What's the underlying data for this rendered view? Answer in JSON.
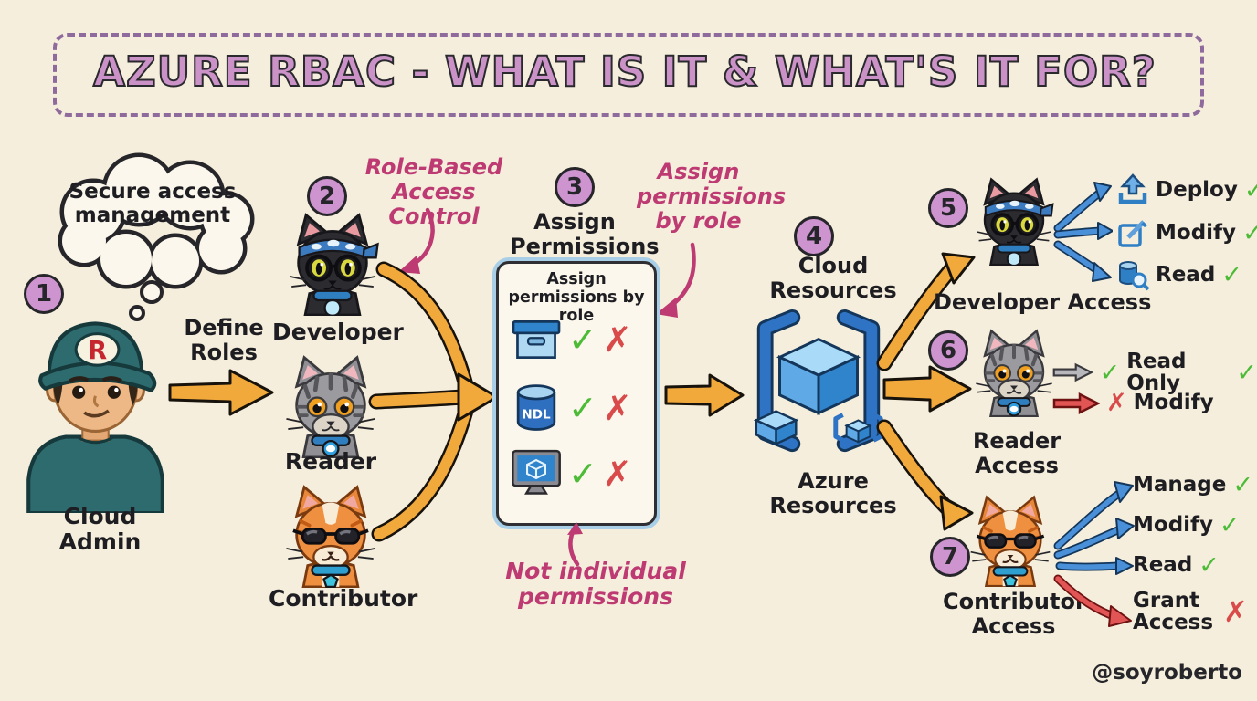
{
  "title": "AZURE RBAC - WHAT IS IT & WHAT'S IT FOR?",
  "watermark": "@soyroberto",
  "glyphs": {
    "check": "✓",
    "cross": "✗"
  },
  "colors": {
    "background": "#F5EEDC",
    "title_fill": "#CA92C7",
    "frame_dash": "#8F6B9D",
    "annotation_pink": "#BE3A72",
    "arrow_orange": "#F2A93B",
    "arrow_blue": "#4A90D8",
    "check_green": "#4CBB36",
    "cross_red": "#D94A4A"
  },
  "icons": {
    "deploy": "upload-tray-icon",
    "modify": "edit-square-icon",
    "read": "database-magnifier-icon",
    "resources": "azure-brackets-cube-icon",
    "panel_rows": [
      "storage-box-icon",
      "database-cylinder-icon",
      "monitor-cube-icon"
    ]
  },
  "step1": {
    "number": "1",
    "thought": "Secure access management",
    "actor": "Cloud Admin",
    "action": "Define Roles",
    "cap_letter": "R"
  },
  "step2": {
    "number": "2",
    "annotation": "Role-Based Access Control",
    "roles": [
      {
        "label": "Developer"
      },
      {
        "label": "Reader"
      },
      {
        "label": "Contributor"
      }
    ]
  },
  "step3": {
    "number": "3",
    "heading": "Assign Permissions",
    "panel_title": "Assign permissions by role",
    "db_label": "NDL",
    "note_top": "Assign permissions by role",
    "note_bottom": "Not individual permissions"
  },
  "step4": {
    "number": "4",
    "heading": "Cloud Resources",
    "caption": "Azure Resources"
  },
  "step5": {
    "number": "5",
    "label": "Developer Access",
    "permissions": [
      {
        "name": "Deploy",
        "allowed": true
      },
      {
        "name": "Modify",
        "allowed": true
      },
      {
        "name": "Read",
        "allowed": true
      }
    ]
  },
  "step6": {
    "number": "6",
    "label": "Reader Access",
    "permissions": [
      {
        "name": "Read Only",
        "allowed": true
      },
      {
        "name": "Modify",
        "allowed": false
      }
    ]
  },
  "step7": {
    "number": "7",
    "label": "Contributor Access",
    "permissions": [
      {
        "name": "Manage",
        "allowed": true
      },
      {
        "name": "Modify",
        "allowed": true
      },
      {
        "name": "Read",
        "allowed": true
      },
      {
        "name": "Grant Access",
        "allowed": false
      }
    ]
  }
}
